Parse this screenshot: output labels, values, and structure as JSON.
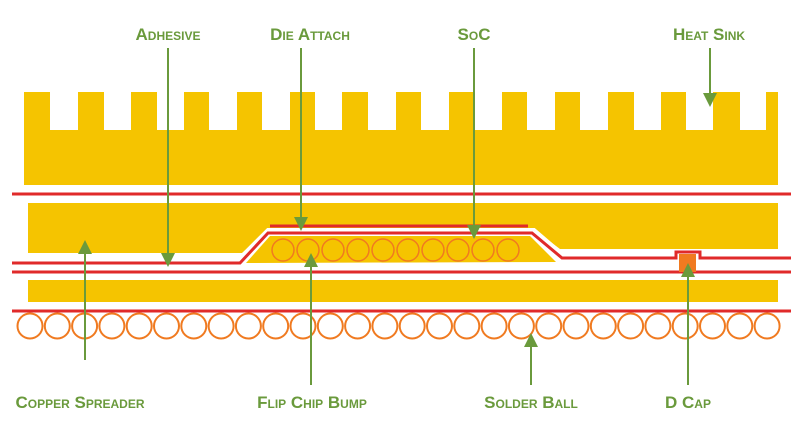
{
  "labels": {
    "adhesive": "Adhesive",
    "die_attach": "Die Attach",
    "soc": "SoC",
    "heat_sink": "Heat Sink",
    "copper_spreader": "Copper Spreader",
    "flip_chip_bump": "Flip Chip Bump",
    "solder_ball": "Solder Ball",
    "d_cap": "D Cap"
  },
  "colors": {
    "metal": "#f5c400",
    "red_line": "#e02a2a",
    "ball": "#f07a20",
    "label": "#6a9a3c",
    "arrow": "#6a9a3c",
    "background": "#ffffff"
  }
}
